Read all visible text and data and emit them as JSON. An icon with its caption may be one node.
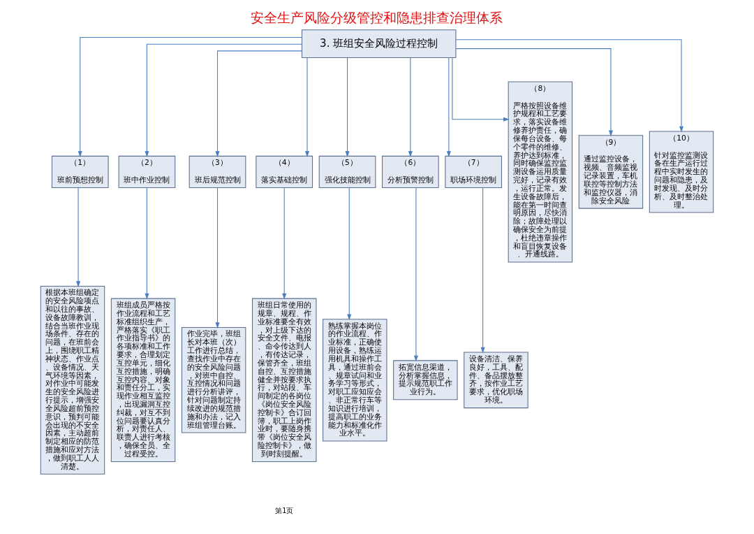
{
  "diagram": {
    "title": "安全生产风险分级管控和隐患排查治理体系",
    "nodes": [
      {
        "text": [
          "3. 班组安全风险过程控制"
        ]
      },
      {
        "text": [
          "（1）",
          "班前预想控制"
        ]
      },
      {
        "text": [
          "（2）",
          "班中作业控制"
        ]
      },
      {
        "text": [
          "（3）",
          "班后规范控制"
        ]
      },
      {
        "text": [
          "（4）",
          "落实基础控制"
        ]
      },
      {
        "text": [
          "（5）",
          "强化技能控制"
        ]
      },
      {
        "text": [
          "（6）",
          "分析预警控制"
        ]
      },
      {
        "text": [
          "（7）",
          "职场环境控制"
        ]
      },
      {
        "text": [
          "（8）",
          "严格按照设备维护规程和工艺要求，落实设备维修养护责任，确保每台设备、每个零件的维修、养护达到标准，同时确保监控监测设备运用质量完好，记录有效，运行正常。发生设备故障后，能在第一时间查明原因，尽快消除；故障处理以确保安全为前提，杜绝违章操作和盲目恢复设备、开通线路。"
        ]
      },
      {
        "text": [
          "（9）",
          "通过监控设备，视频、音频监视记录装置，车机联控等控制方法和监控仪器，消除安全风险"
        ]
      },
      {
        "text": [
          "（10）",
          "针对监控监测设备在生产运行过程中实时发生的问题和隐患，及时发现、及时分析、及时整治处理。"
        ]
      },
      {
        "text": [
          "根据本班组确定的安全风险项点和以往的事故、设备故障教训，结合当班作业现场条件、存在的问题，在班前会上，围绕职工精神状态、作业点、设备情况、天气环境等因素，对作业中可能发生的安全风险进行提示，增强安全风险超前预控意识，预判可能会出现的不安全因素，主动超前制定相应的防范措施和应对方法，做到职工人人清楚。"
        ]
      },
      {
        "text": [
          "班组成员严格按作业流程和工艺标准组织生产，严格落实《职工作业指导书》的各项标准和工作要求，合理划定互控单元，细化互控措施，明确互控内容、对象和责任分工，实现作业相互监控，出现漏洞互控纠裁，对互不到位问题要认真分析，对责任人、联责人进行考核，确保全员、全过程受控。"
        ]
      },
      {
        "text": [
          "作业完毕，班组长对本班（次）工作进行总结，查找作业中存在的安全风险问题，对班中自控、互控情况和问题进行分析讲评，针对问题制定持续改进的规范措施和办法，记入班组管理台账。"
        ]
      },
      {
        "text": [
          "班组日常使用的规章、规程、作业标准要全有效，对上级下达的安全文件、电报、命令传达到人，有传达记录，保管齐全，班组自控、互控措施健全并按要求执行，对站段、车间制定的各岗位《岗位安全风险控制卡》合订回簿，职工上岗作业时，要随身携带《岗位安全风险控制卡》，做到时刻提醒。"
        ]
      },
      {
        "text": [
          "熟练掌握本岗位的作业流程、作业标准，正确使用设备，熟练运用机具和操作工具，通过班前会、规章试问和业务学习等形式，对职工应知应会、非正常行车等知识进行培训，提高职工的业务能力和标准化作业水平。"
        ]
      },
      {
        "text": [
          "拓宽信息渠道，分析掌握信息，提示规范职工作业行为。"
        ]
      },
      {
        "text": [
          "设备清洁、保养良好，工具、配件、备品摆放整齐，按作业工艺要求，优化职场环境。"
        ]
      }
    ],
    "edges": [
      {
        "from": 0,
        "to": 1,
        "arrow": "to"
      },
      {
        "from": 0,
        "to": 2,
        "arrow": "to"
      },
      {
        "from": 0,
        "to": 3,
        "arrow": "to"
      },
      {
        "from": 0,
        "to": 4,
        "arrow": "to"
      },
      {
        "from": 0,
        "to": 5,
        "arrow": "to"
      },
      {
        "from": 0,
        "to": 6,
        "arrow": "to"
      },
      {
        "from": 0,
        "to": 7,
        "arrow": "to"
      },
      {
        "from": 0,
        "to": 8,
        "arrow": "to"
      },
      {
        "from": 0,
        "to": 9,
        "arrow": "to"
      },
      {
        "from": 0,
        "to": 10,
        "arrow": "to"
      },
      {
        "from": 1,
        "to": 11,
        "arrow": "to"
      },
      {
        "from": 2,
        "to": 12,
        "arrow": "to"
      },
      {
        "from": 3,
        "to": 13,
        "arrow": "to"
      },
      {
        "from": 4,
        "to": 14,
        "arrow": "to"
      },
      {
        "from": 5,
        "to": 15,
        "arrow": "to"
      },
      {
        "from": 6,
        "to": 16,
        "arrow": "to"
      },
      {
        "from": 7,
        "to": 17,
        "arrow": "to"
      }
    ],
    "labels": [
      "第1页"
    ]
  }
}
